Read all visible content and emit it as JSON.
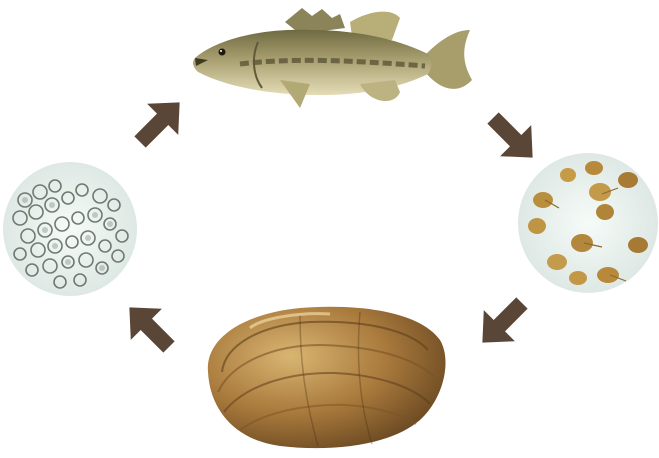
{
  "diagram": {
    "type": "life-cycle",
    "stages": [
      {
        "id": "fish",
        "icon": "largemouth-bass-illustration"
      },
      {
        "id": "juvenile-mussels",
        "icon": "juvenile-mussel-microscope-view"
      },
      {
        "id": "adult-mussel",
        "icon": "freshwater-mussel-shell-photo"
      },
      {
        "id": "glochidia",
        "icon": "glochidia-microscope-view"
      }
    ],
    "cycle_order": [
      "fish",
      "juvenile-mussels",
      "adult-mussel",
      "glochidia",
      "fish"
    ]
  },
  "colors": {
    "arrow": "#5a4636",
    "fish_body": "#b9ad7c",
    "fish_dark": "#5e5a38",
    "shell_light": "#c49a52",
    "shell_dark": "#6f4b22",
    "microscope_bg": "#eaf1ee"
  }
}
